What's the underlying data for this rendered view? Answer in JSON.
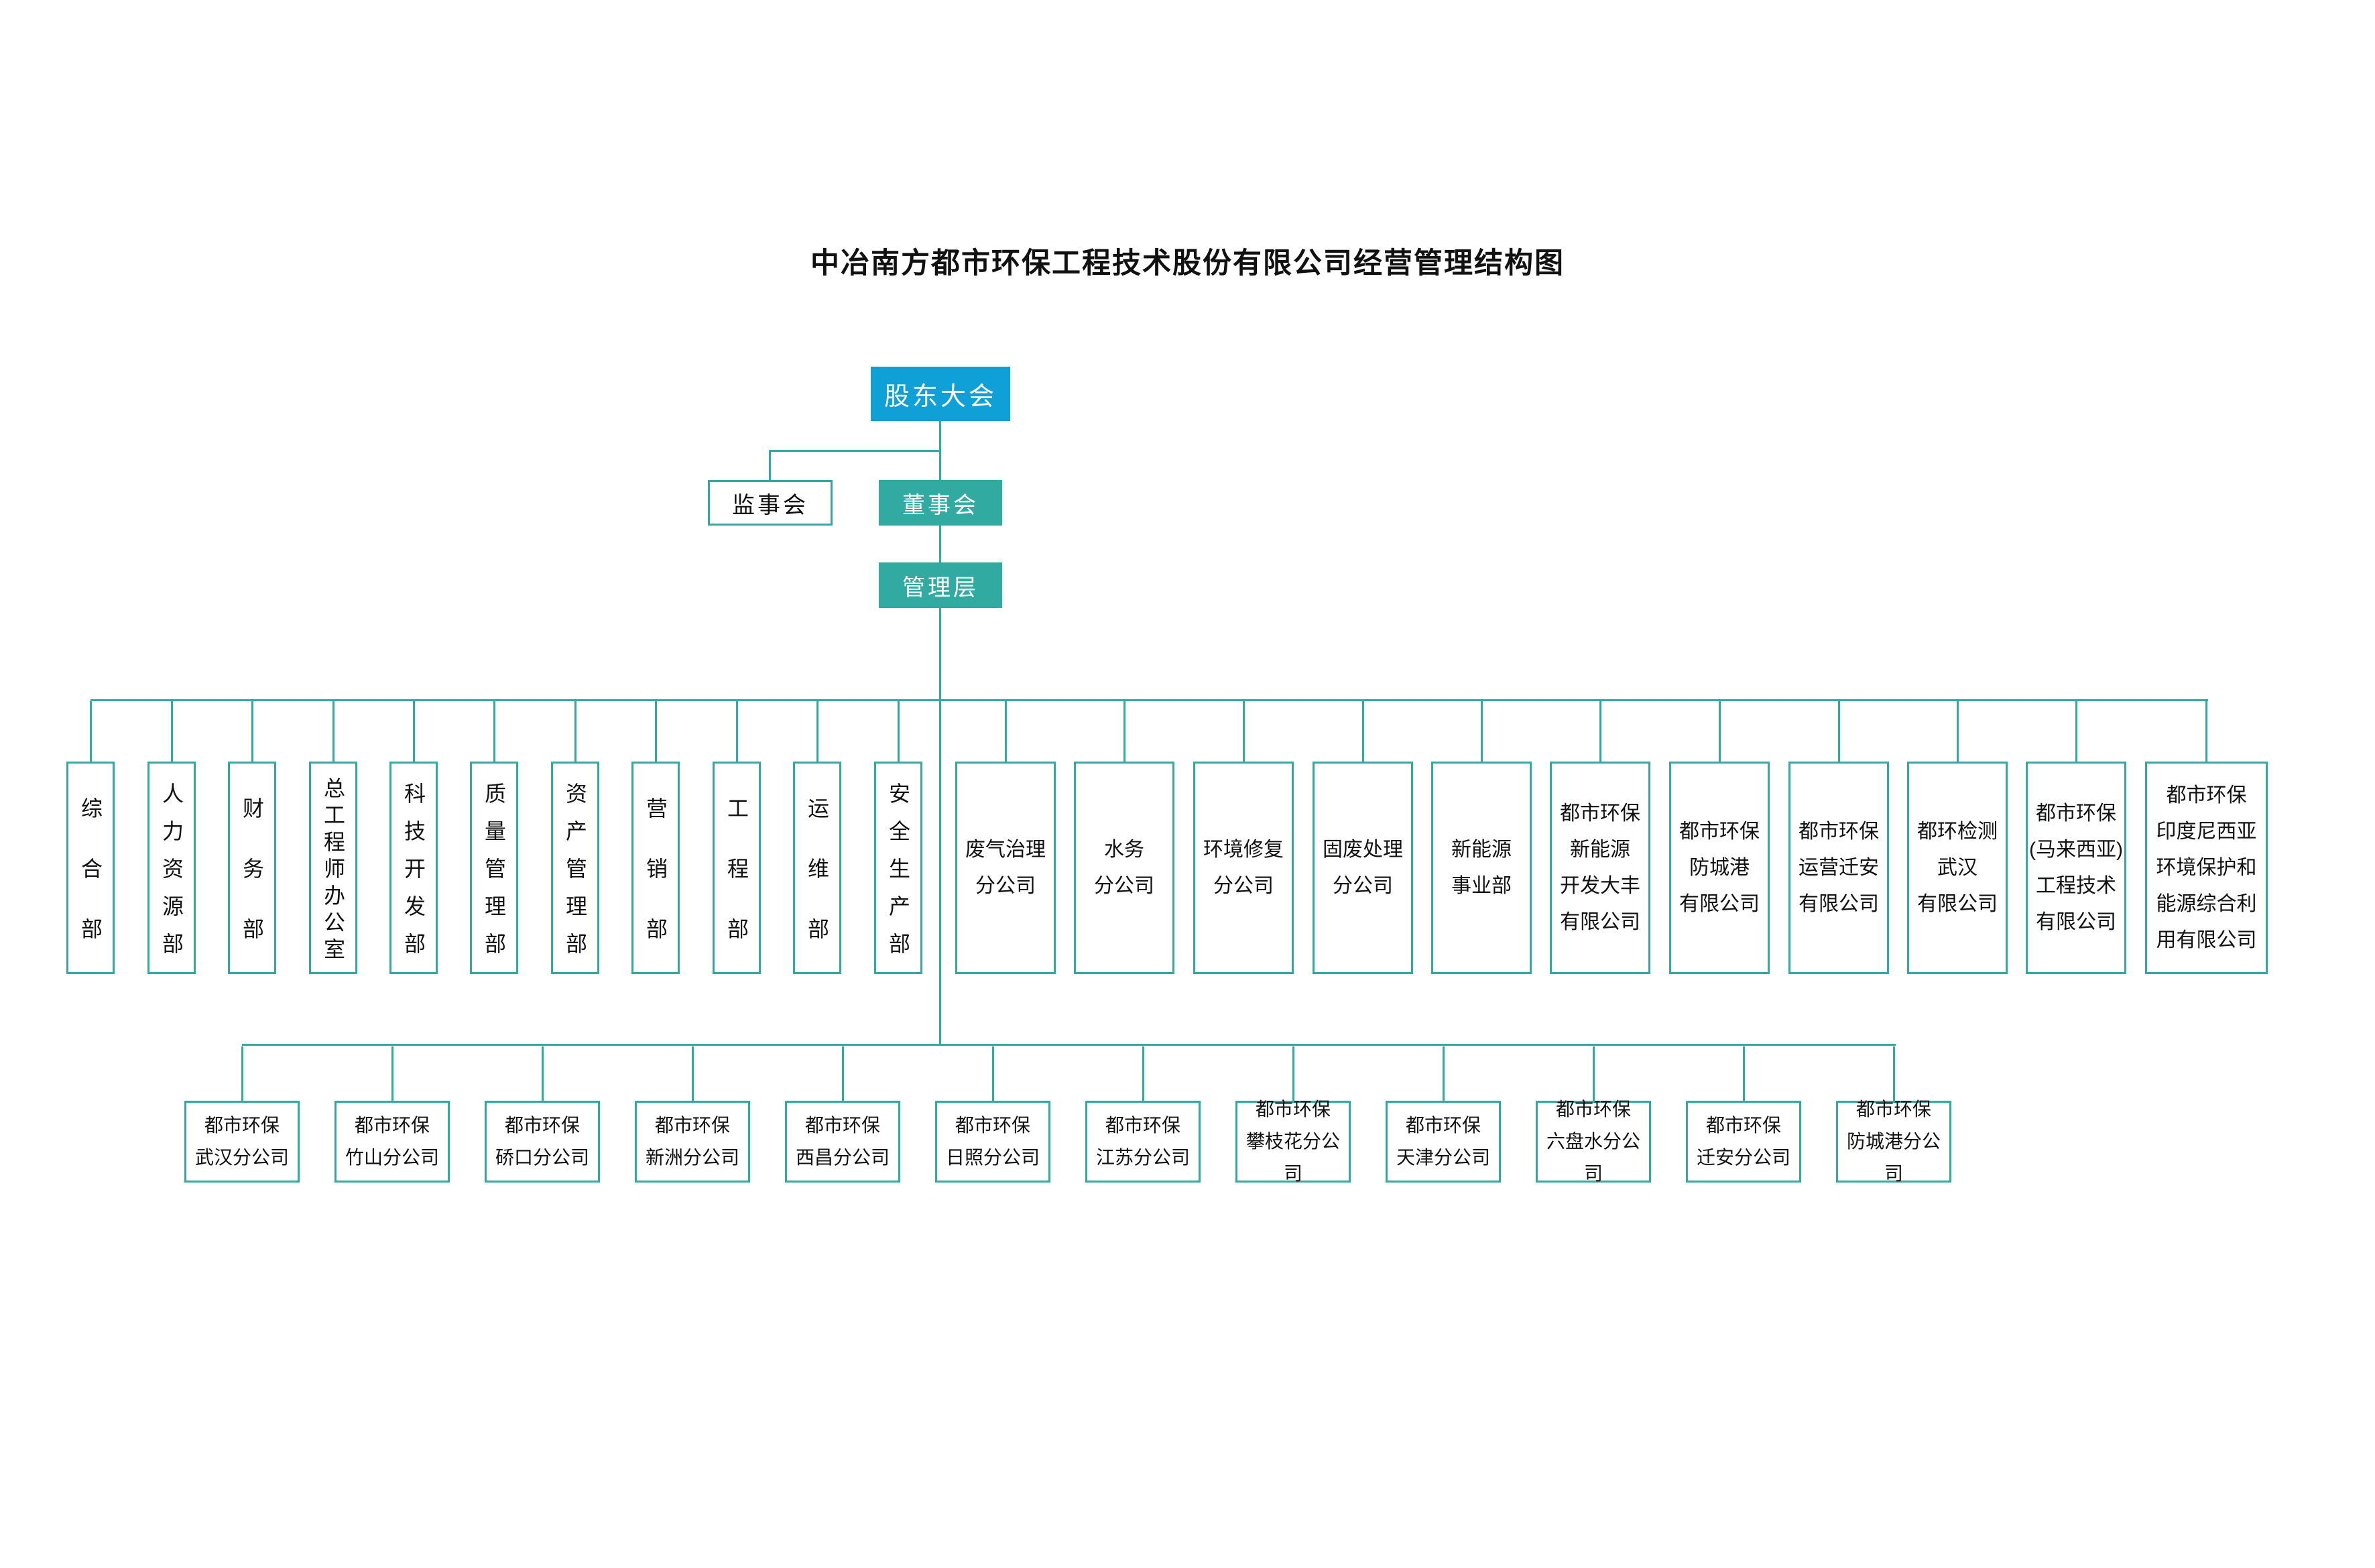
{
  "title": "中冶南方都市环保工程技术股份有限公司经营管理结构图",
  "colors": {
    "blue": "#10A0D8",
    "teal": "#31AAA2",
    "text": "#111111"
  },
  "top": {
    "shareholders": "股东大会",
    "supervisory": "监事会",
    "board": "董事会",
    "management": "管理层"
  },
  "departments": [
    {
      "label": "综合部"
    },
    {
      "label": "人力资源部"
    },
    {
      "label": "财务部"
    },
    {
      "label": "总工程师办公室"
    },
    {
      "label": "科技开发部"
    },
    {
      "label": "质量管理部"
    },
    {
      "label": "资产管理部"
    },
    {
      "label": "营销部"
    },
    {
      "label": "工程部"
    },
    {
      "label": "运维部"
    },
    {
      "label": "安全生产部"
    }
  ],
  "divisions": [
    {
      "label": "废气治理\n分公司"
    },
    {
      "label": "水务\n分公司"
    },
    {
      "label": "环境修复\n分公司"
    },
    {
      "label": "固废处理\n分公司"
    },
    {
      "label": "新能源\n事业部"
    },
    {
      "label": "都市环保\n新能源\n开发大丰\n有限公司"
    },
    {
      "label": "都市环保\n防城港\n有限公司"
    },
    {
      "label": "都市环保\n运营迁安\n有限公司"
    },
    {
      "label": "都环检测\n武汉\n有限公司"
    },
    {
      "label": "都市环保\n(马来西亚)\n工程技术\n有限公司"
    },
    {
      "label": "都市环保\n印度尼西亚\n环境保护和\n能源综合利\n用有限公司"
    }
  ],
  "branches": [
    {
      "label": "都市环保\n武汉分公司"
    },
    {
      "label": "都市环保\n竹山分公司"
    },
    {
      "label": "都市环保\n硚口分公司"
    },
    {
      "label": "都市环保\n新洲分公司"
    },
    {
      "label": "都市环保\n西昌分公司"
    },
    {
      "label": "都市环保\n日照分公司"
    },
    {
      "label": "都市环保\n江苏分公司"
    },
    {
      "label": "都市环保\n攀枝花分公司"
    },
    {
      "label": "都市环保\n天津分公司"
    },
    {
      "label": "都市环保\n六盘水分公司"
    },
    {
      "label": "都市环保\n迁安分公司"
    },
    {
      "label": "都市环保\n防城港分公司"
    }
  ]
}
